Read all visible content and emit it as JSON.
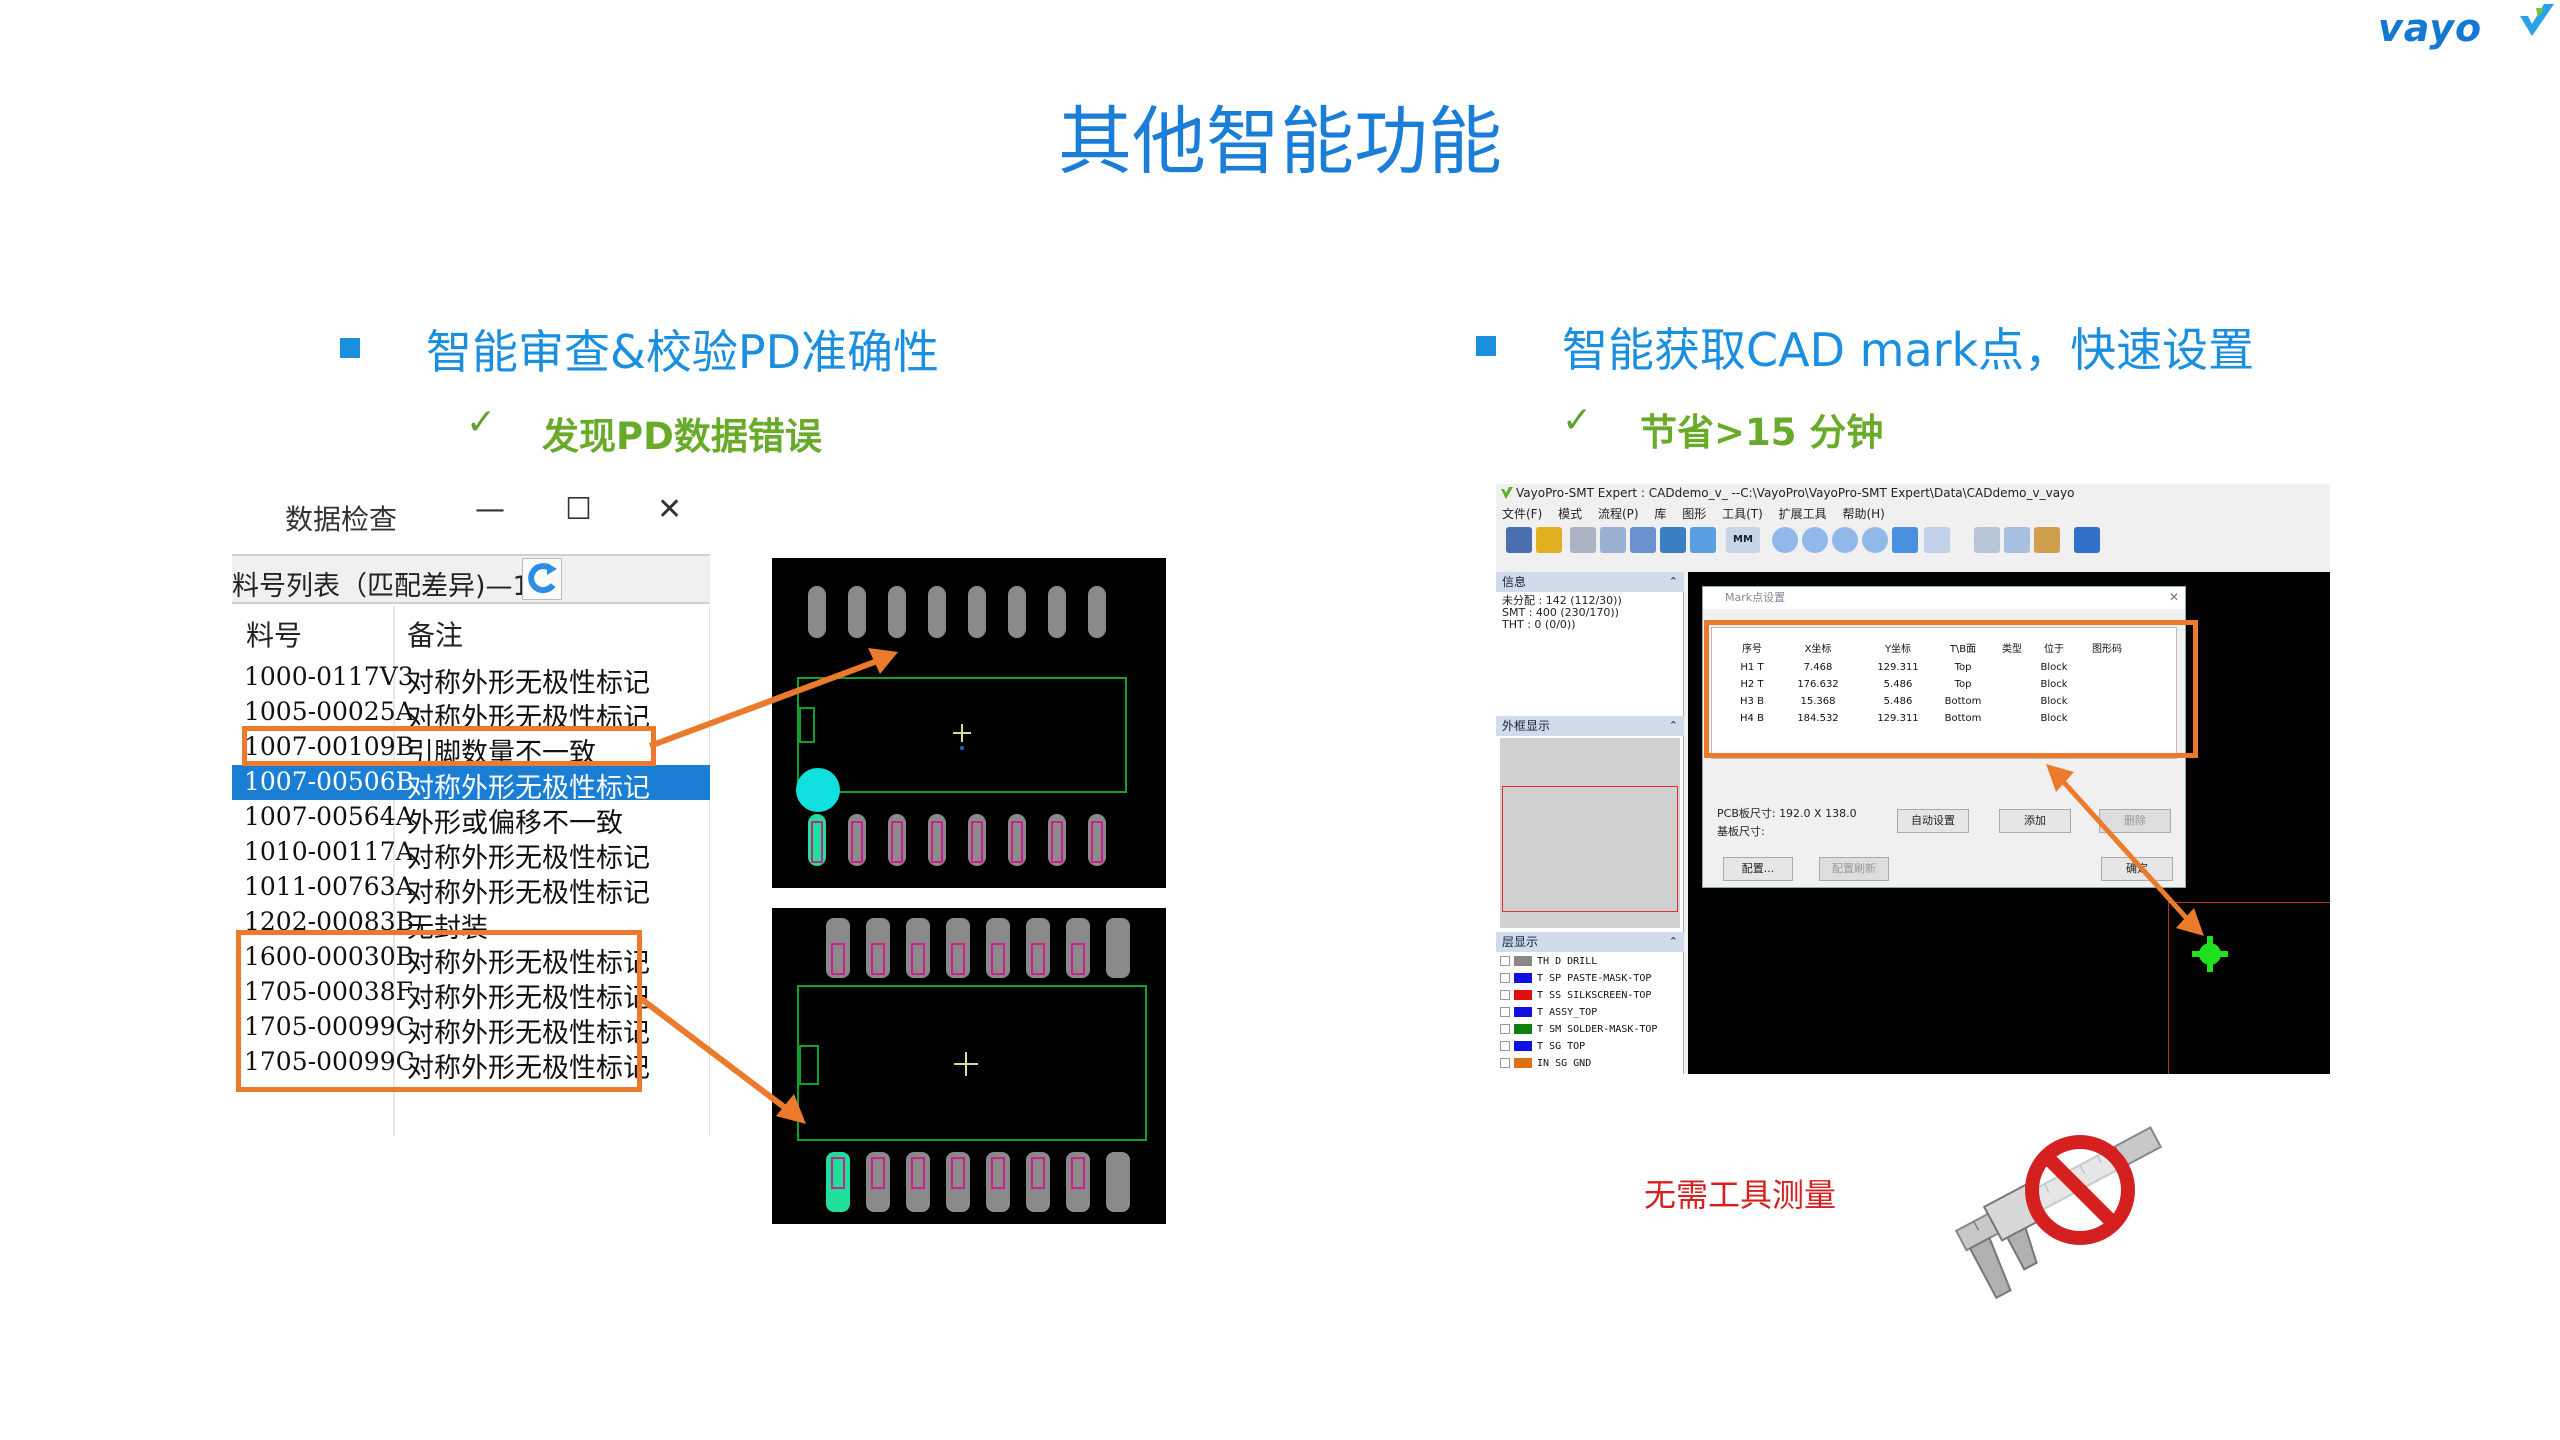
{
  "slide": {
    "brand": "vayo",
    "title": "其他智能功能"
  },
  "left": {
    "bullet": "智能审查&校验PD准确性",
    "sub_bullet": "发现PD数据错误",
    "check_mark": "✓",
    "data_check": {
      "window_title": "数据检查",
      "minimize": "—",
      "maximize": "☐",
      "close": "✕",
      "list_label": "料号列表（匹配差异)—12",
      "columns": [
        "料号",
        "备注"
      ],
      "rows": [
        {
          "code": "1000-0117V3",
          "note": "对称外形无极性标记"
        },
        {
          "code": "1005-00025A",
          "note": "对称外形无极性标记"
        },
        {
          "code": "1007-00109B",
          "note": "引脚数量不一致"
        },
        {
          "code": "1007-00506B",
          "note": "对称外形无极性标记"
        },
        {
          "code": "1007-00564A",
          "note": "外形或偏移不一致"
        },
        {
          "code": "1010-00117A",
          "note": "对称外形无极性标记"
        },
        {
          "code": "1011-00763A",
          "note": "对称外形无极性标记"
        },
        {
          "code": "1202-00083B",
          "note": "无封装"
        },
        {
          "code": "1600-00030B",
          "note": "对称外形无极性标记"
        },
        {
          "code": "1705-00038F",
          "note": "对称外形无极性标记"
        },
        {
          "code": "1705-00099C",
          "note": "对称外形无极性标记"
        },
        {
          "code": "1705-00099C",
          "note": "对称外形无极性标记"
        }
      ],
      "selected_row": 3
    }
  },
  "right": {
    "bullet": "智能获取CAD mark点，快速设置",
    "sub_bullet": "节省>15 分钟",
    "check_mark": "✓",
    "app": {
      "title": "VayoPro-SMT Expert : CADdemo_v_  --C:\\VayoPro\\VayoPro-SMT Expert\\Data\\CADdemo_v_vayo",
      "menu": [
        "文件(F)",
        "模式",
        "流程(P)",
        "库",
        "图形",
        "工具(T)",
        "扩展工具",
        "帮助(H)"
      ],
      "toolbar_mm": "MM",
      "info_panel": {
        "header": "信息",
        "lines": [
          "未分配 : 142 (112/30))",
          "SMT : 400 (230/170))",
          "THT : 0 (0/0))"
        ]
      },
      "outline_panel": {
        "header": "外框显示"
      },
      "layer_panel": {
        "header": "层显示",
        "layers": [
          {
            "flag": "TH",
            "code": "D",
            "name": "DRILL",
            "color": "#888888"
          },
          {
            "flag": "T",
            "code": "SP",
            "name": "PASTE-MASK-TOP",
            "color": "#1010e0"
          },
          {
            "flag": "T",
            "code": "SS",
            "name": "SILKSCREEN-TOP",
            "color": "#e01010"
          },
          {
            "flag": "T",
            "code": "",
            "name": "ASSY_TOP",
            "color": "#1010e0"
          },
          {
            "flag": "T",
            "code": "SM",
            "name": "SOLDER-MASK-TOP",
            "color": "#108010"
          },
          {
            "flag": "T",
            "code": "SG",
            "name": "TOP",
            "color": "#1010e0"
          },
          {
            "flag": "IN",
            "code": "SG",
            "name": "GND",
            "color": "#e07010"
          }
        ]
      },
      "mark_dialog": {
        "title": "Mark点设置",
        "columns": [
          "序号",
          "X坐标",
          "Y坐标",
          "T\\B面",
          "类型",
          "位于",
          "图形码"
        ],
        "rows": [
          [
            "H1 T",
            "7.468",
            "129.311",
            "Top",
            "",
            "Block",
            ""
          ],
          [
            "H2 T",
            "176.632",
            "5.486",
            "Top",
            "",
            "Block",
            ""
          ],
          [
            "H3 B",
            "15.368",
            "5.486",
            "Bottom",
            "",
            "Block",
            ""
          ],
          [
            "H4 B",
            "184.532",
            "129.311",
            "Bottom",
            "",
            "Block",
            ""
          ]
        ],
        "pcb_size_label": "PCB板尺寸:  192.0 X 138.0",
        "board_size_label": "基板尺寸:",
        "auto_btn": "自动设置",
        "add_btn": "添加",
        "delete_btn": "删除",
        "config_btn": "配置...",
        "config_refresh_btn": "配置刷新",
        "ok_btn": "确定"
      }
    },
    "no_tool_caption": "无需工具测量"
  },
  "colors": {
    "title_blue": "#1a7dd7",
    "bullet_blue": "#1a8fe0",
    "sub_green": "#6aaa2a",
    "highlight_orange": "#ec7a2c",
    "caption_red": "#d62020"
  }
}
